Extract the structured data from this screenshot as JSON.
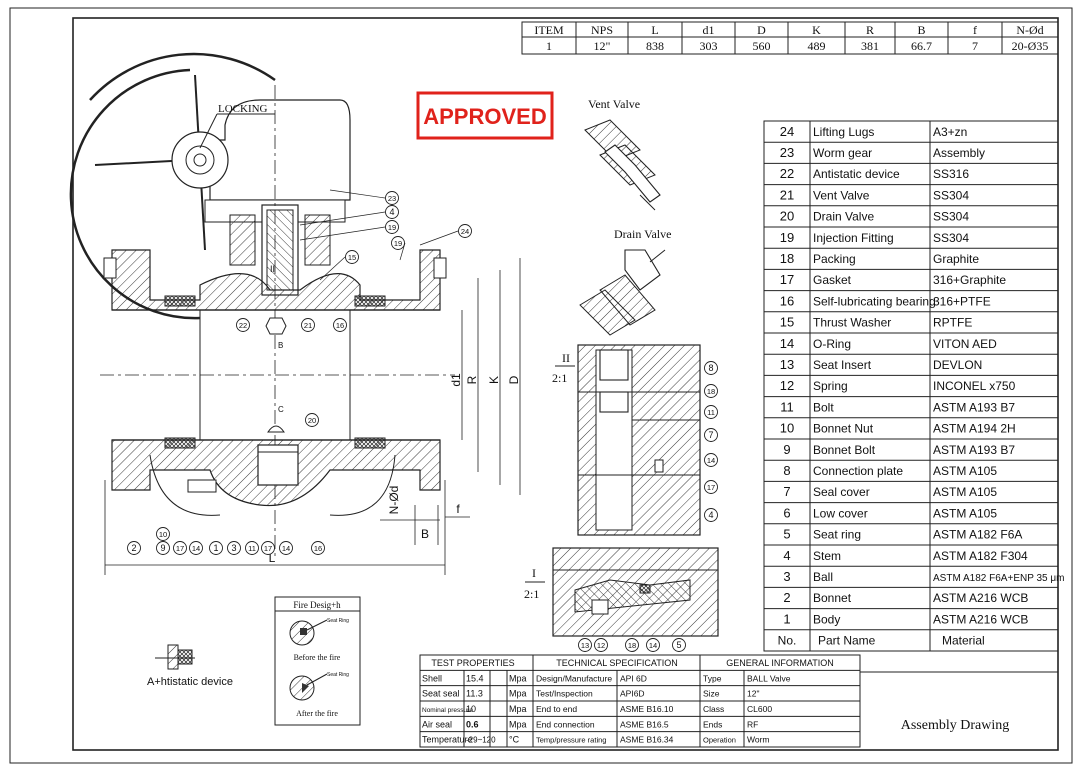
{
  "stamp": {
    "text": "APPROVED",
    "color": "#e0221b"
  },
  "labels": {
    "locking": "LOCKING",
    "vent_valve": "Vent Valve",
    "drain_valve": "Drain Valve",
    "antistatic": "A+htistatic device",
    "fire_design": "Fire Desig+h",
    "before_fire": "Before the fire",
    "after_fire": "After the fire",
    "seat_ring_small": "Seat Ring",
    "assembly_drawing": "Assembly Drawing",
    "dim_L": "L",
    "dim_B": "B",
    "dim_f": "f",
    "dim_nod": "N-Ød",
    "dim_d1": "d1",
    "dim_R": "R",
    "dim_K": "K",
    "dim_D": "D",
    "section_II": "II",
    "section_I": "I",
    "scale": "2:1",
    "mark_B": "B",
    "mark_C": "C",
    "roman_II": "II"
  },
  "balloons_main": [
    "23",
    "4",
    "19",
    "15",
    "19",
    "24",
    "22",
    "21",
    "16",
    "20",
    "2",
    "9",
    "10",
    "17",
    "14",
    "1",
    "3",
    "11",
    "17",
    "14",
    "16"
  ],
  "balloons_detail2": [
    "8",
    "18",
    "11",
    "7",
    "14",
    "17",
    "4"
  ],
  "balloons_detail1": [
    "13",
    "12",
    "18",
    "14",
    "5"
  ],
  "dims_table": {
    "headers": [
      "ITEM",
      "NPS",
      "L",
      "d1",
      "D",
      "K",
      "R",
      "B",
      "f",
      "N-Ød"
    ],
    "row": [
      "1",
      "12\"",
      "838",
      "303",
      "560",
      "489",
      "381",
      "66.7",
      "7",
      "20-Ø35"
    ]
  },
  "bom": [
    {
      "no": "24",
      "name": "Lifting Lugs",
      "material": "A3+zn"
    },
    {
      "no": "23",
      "name": "Worm gear",
      "material": "Assembly"
    },
    {
      "no": "22",
      "name": "Antistatic device",
      "material": "SS316"
    },
    {
      "no": "21",
      "name": "Vent Valve",
      "material": "SS304"
    },
    {
      "no": "20",
      "name": "Drain Valve",
      "material": "SS304"
    },
    {
      "no": "19",
      "name": "Injection Fitting",
      "material": "SS304"
    },
    {
      "no": "18",
      "name": "Packing",
      "material": "Graphite"
    },
    {
      "no": "17",
      "name": "Gasket",
      "material": "316+Graphite"
    },
    {
      "no": "16",
      "name": "Self-lubricating bearing",
      "material": "316+PTFE"
    },
    {
      "no": "15",
      "name": "Thrust Washer",
      "material": "RPTFE"
    },
    {
      "no": "14",
      "name": "O-Ring",
      "material": "VITON AED"
    },
    {
      "no": "13",
      "name": "Seat Insert",
      "material": "DEVLON"
    },
    {
      "no": "12",
      "name": "Spring",
      "material": "INCONEL x750"
    },
    {
      "no": "11",
      "name": "Bolt",
      "material": "ASTM A193 B7"
    },
    {
      "no": "10",
      "name": "Bonnet Nut",
      "material": "ASTM A194 2H"
    },
    {
      "no": "9",
      "name": "Bonnet Bolt",
      "material": "ASTM A193 B7"
    },
    {
      "no": "8",
      "name": "Connection plate",
      "material": "ASTM A105"
    },
    {
      "no": "7",
      "name": "Seal cover",
      "material": "ASTM A105"
    },
    {
      "no": "6",
      "name": "Low cover",
      "material": "ASTM A105"
    },
    {
      "no": "5",
      "name": "Seat ring",
      "material": "ASTM A182 F6A"
    },
    {
      "no": "4",
      "name": "Stem",
      "material": "ASTM A182 F304"
    },
    {
      "no": "3",
      "name": "Ball",
      "material": "ASTM A182 F6A+ENP 35 μm"
    },
    {
      "no": "2",
      "name": "Bonnet",
      "material": "ASTM A216 WCB"
    },
    {
      "no": "1",
      "name": "Body",
      "material": "ASTM A216 WCB"
    }
  ],
  "bom_header": {
    "no": "No.",
    "name": "Part Name",
    "material": "Material"
  },
  "test_properties": {
    "header": "TEST PROPERTIES",
    "rows": [
      {
        "label": "Shell",
        "value": "15.4",
        "unit": "Mpa"
      },
      {
        "label": "Seat seal",
        "value": "11.3",
        "unit": "Mpa"
      },
      {
        "label": "Nominal pressure",
        "value": "10",
        "unit": "Mpa"
      },
      {
        "label": "Air seal",
        "value": "0.6",
        "unit": "Mpa"
      },
      {
        "label": "Temperature",
        "value": "-29~120",
        "unit": "°C"
      }
    ]
  },
  "tech_spec": {
    "header": "TECHNICAL SPECIFICATION",
    "rows": [
      {
        "label": "Design/Manufacture",
        "value": "API 6D"
      },
      {
        "label": "Test/Inspection",
        "value": "API6D"
      },
      {
        "label": "End to end",
        "value": "ASME B16.10"
      },
      {
        "label": "End connection",
        "value": "ASME B16.5"
      },
      {
        "label": "Temp/pressure rating",
        "value": "ASME B16.34"
      }
    ]
  },
  "general_info": {
    "header": "GENERAL INFORMATION",
    "rows": [
      {
        "label": "Type",
        "value": "BALL Valve"
      },
      {
        "label": "Size",
        "value": "12\""
      },
      {
        "label": "Class",
        "value": "CL600"
      },
      {
        "label": "Ends",
        "value": "RF"
      },
      {
        "label": "Operation",
        "value": "Worm"
      }
    ]
  }
}
